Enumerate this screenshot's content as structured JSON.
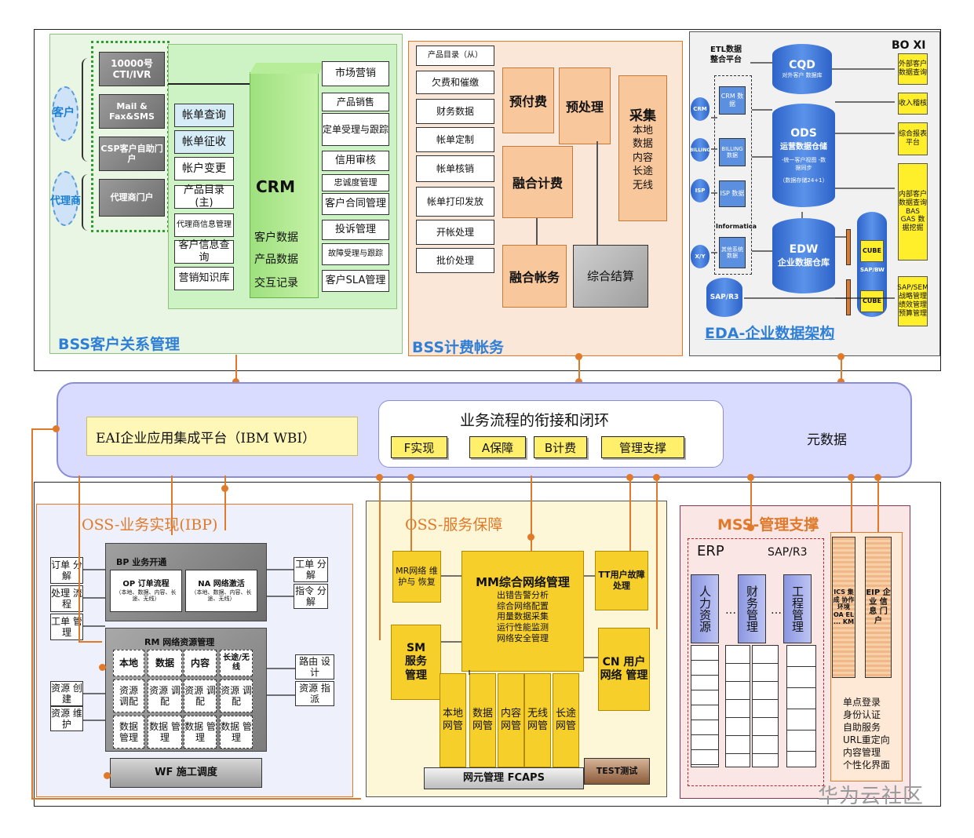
{
  "bss_crm": {
    "title": "BSS客户关系管理",
    "customer_label": "客户",
    "agent_label": "代理商",
    "channels": [
      "10000号 CTI/IVR",
      "Mail & Fax&SMS",
      "CSP客户自助门户",
      "代理商门户"
    ],
    "left_items": [
      "帐单查询",
      "帐单征收",
      "帐户变更",
      "产品目录(主)",
      "代理商信息管理",
      "客户信息查询",
      "营销知识库"
    ],
    "crm_title": "CRM",
    "crm_sub": [
      "客户数据",
      "产品数据",
      "交互记录"
    ],
    "right_items": [
      "市场营销",
      "产品销售",
      "定单受理与跟踪",
      "信用审核",
      "忠诚度管理",
      "客户合同管理",
      "投诉管理",
      "故障受理与跟踪",
      "客户SLA管理"
    ]
  },
  "bss_billing": {
    "title": "BSS计费帐务",
    "left_items": [
      "产品目录（从）",
      "欠费和催缴",
      "财务数据",
      "帐单定制",
      "帐单核销",
      "帐单打印发放",
      "开帐处理",
      "批价处理"
    ],
    "prepaid": "预付费",
    "preprocess": "预处理",
    "collect": "采集",
    "collect_sub": "本地 数据 内容 长途 无线",
    "converged_billing": "融合计费",
    "converged_account": "融合帐务",
    "settlement": "综合结算"
  },
  "eda": {
    "title": "EDA-企业数据架构",
    "etl": "ETL数据 整合平台",
    "bo": "BO XI",
    "cqd": "CQD",
    "cqd_sub": "对外客户 数据库",
    "ods": "ODS",
    "ods_sub": "运营数据仓储",
    "ods_note1": "-统一客户视图 -数据同步",
    "ods_note2": "（数据存储24+1）",
    "informatica": "Informatica",
    "edw": "EDW",
    "edw_sub": "企业数据仓库",
    "sap_r3": "SAP/R3",
    "sap_bw": "SAP/BW",
    "cube": "CUBE",
    "sources": [
      "CRM",
      "BILLING",
      "ISP",
      "X/Y"
    ],
    "source_boxes": [
      "CRM 数据",
      "BILLING 数据",
      "ISP 数据",
      "其他系统 数据"
    ],
    "outputs": [
      "外部客户 数据查询",
      "收入稽核",
      "综合报表 平台",
      "内部客户 数据查询 BAS GAS 数据挖掘",
      "SAP/SEM 战略管理 绩效管理 预算管理"
    ]
  },
  "eai": {
    "platform": "EAI企业应用集成平台（IBM WBI）",
    "process_title": "业务流程的衔接和闭环",
    "buttons": [
      "F实现",
      "A保障",
      "B计费",
      "管理支撑"
    ],
    "metadata": "元数据"
  },
  "oss_ibp": {
    "title": "OSS-业务实现(IBP)",
    "left_items": [
      "订单 分解",
      "处理 流程",
      "工单 管理",
      "资源 创建",
      "资源 维护"
    ],
    "right_items": [
      "工单 分解",
      "指令 分解",
      "路由 设计",
      "资源 指派"
    ],
    "bp": "BP 业务开通",
    "op": "OP 订单流程",
    "op_sub": "（本地、数据、内容、长途、无线）",
    "na": "NA 网络激活",
    "na_sub": "（本地、数据、内容、长途、无线）",
    "rm": "RM 网络资源管理",
    "rm_cols": [
      "本地",
      "数据",
      "内容",
      "长途/无线"
    ],
    "rm_row1": "资源 调配",
    "rm_row2": "数据 管理",
    "wf": "WF 施工调度"
  },
  "oss_assurance": {
    "title": "OSS-服务保障",
    "mr": "MR网络 维护与 恢复",
    "mm": "MM综合网络管理",
    "mm_sub": [
      "出错告警分析",
      "综合网络配置",
      "用量数据采集",
      "运行性能监测",
      "网络安全管理"
    ],
    "tt": "TT用户故障 处理",
    "sm": "SM 服务 管理",
    "cn": "CN 用户 网络 管理",
    "nets": [
      "本地网管",
      "数据网管",
      "内容网管",
      "无线网管",
      "长途网管"
    ],
    "fcaps": "网元管理 FCAPS",
    "test": "TEST测试"
  },
  "mss": {
    "title": "MSS-管理支撑",
    "erp": "ERP",
    "sap_r3": "SAP/R3",
    "cols": [
      "人力资源",
      "财务管理",
      "工程管理"
    ],
    "ellipsis": "…",
    "ics": "ICS 集成 协作 环境 OA EL ... KM",
    "eip": "EIP 企业 信息 门户",
    "eip_items": [
      "单点登录",
      "身份认证",
      "自助服务",
      "URL重定向",
      "内容管理",
      "个性化界面"
    ]
  },
  "watermark": "华为云社区"
}
